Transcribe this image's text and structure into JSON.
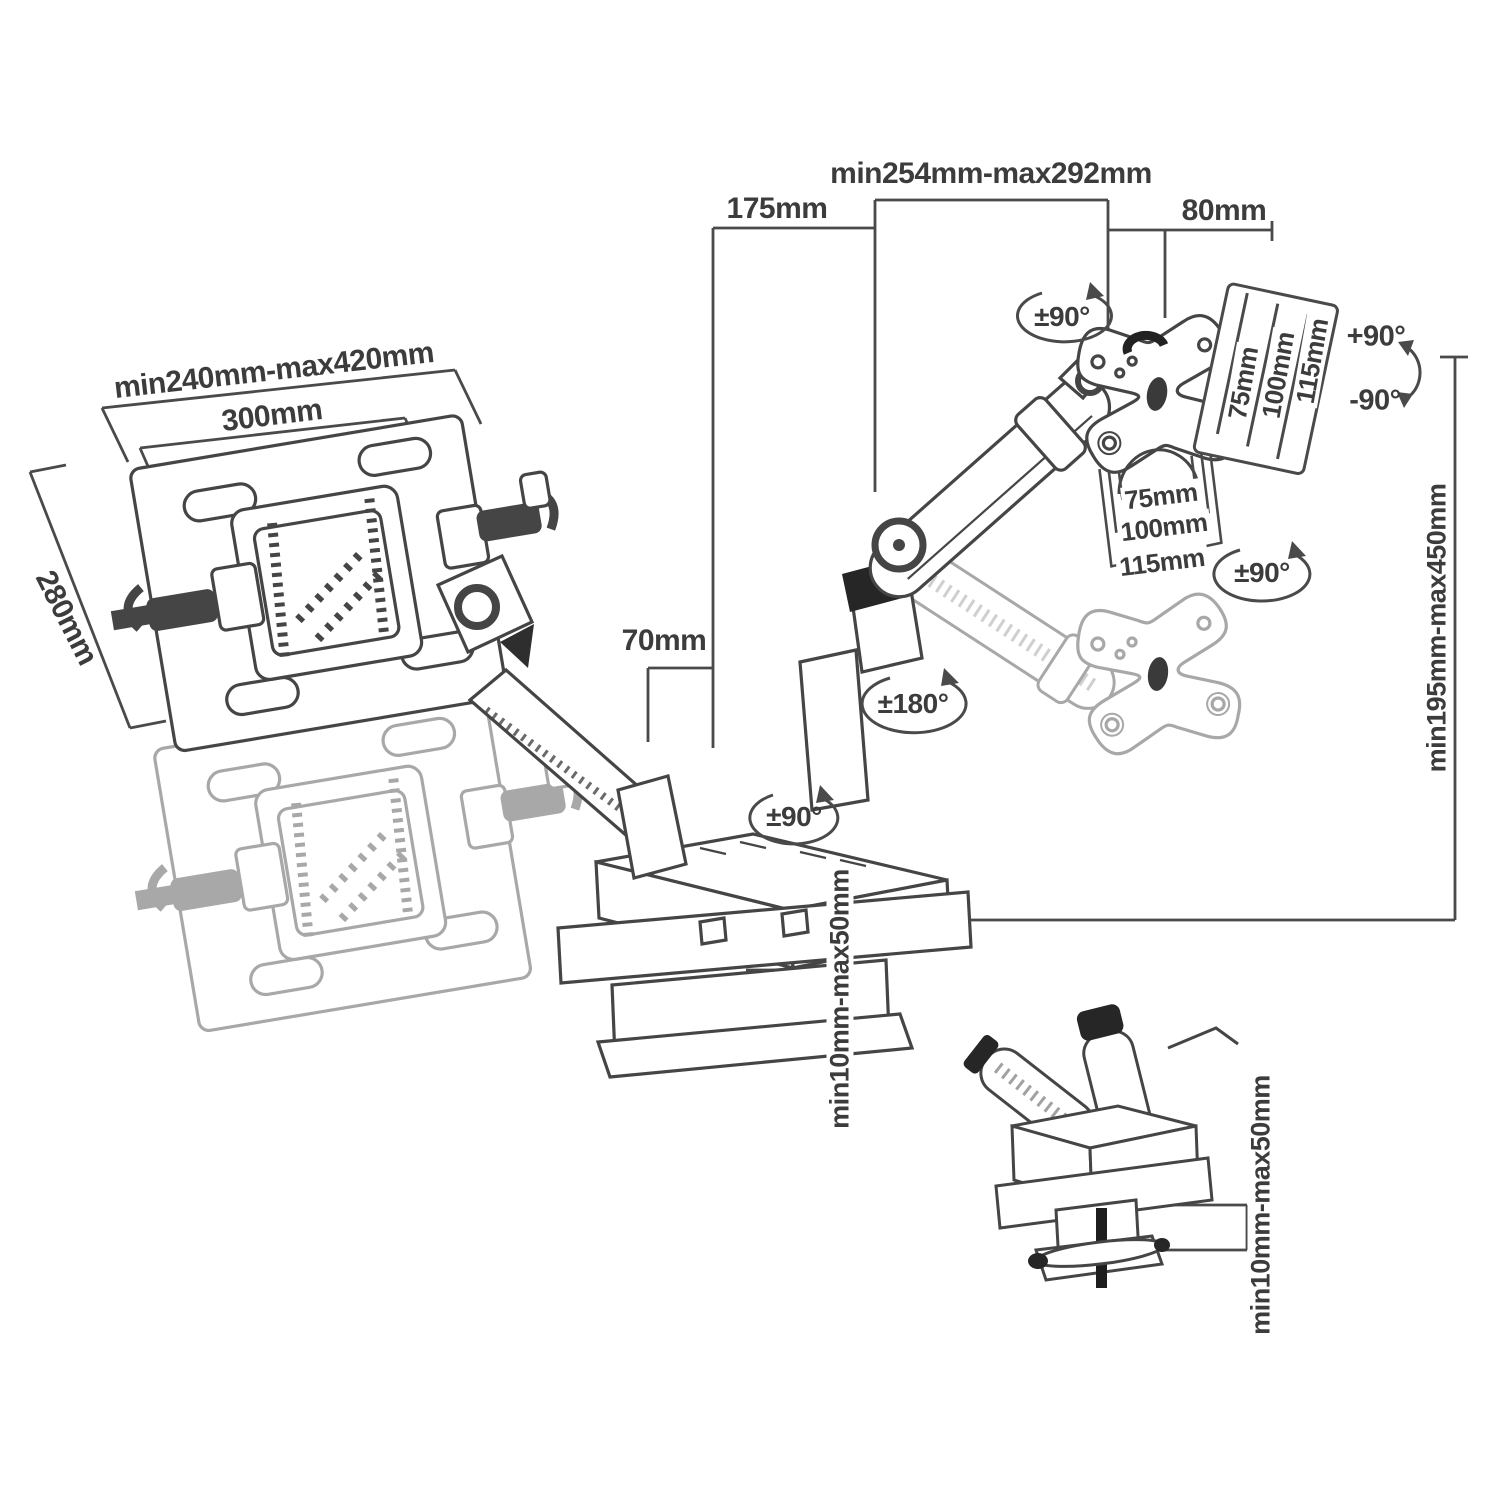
{
  "figure": {
    "type": "technical-dimension-diagram",
    "subject": "Gas-spring dual desk mount arm with laptop tray, VESA monitor head and desk clamp",
    "colors": {
      "line": "#4a4a4a",
      "ghost_line": "#a8a8a8",
      "text": "#3c3c3c",
      "background": "#ffffff",
      "solid_black_parts": "#262626"
    }
  },
  "labels": {
    "tray_width_range": {
      "text": "min240mm-max420mm"
    },
    "tray_width": {
      "text": "300mm"
    },
    "tray_depth": {
      "text": "280mm"
    },
    "offset_175": {
      "text": "175mm"
    },
    "arm_reach_range": {
      "text": "min254mm-max292mm"
    },
    "offset_80": {
      "text": "80mm"
    },
    "swivel_top": {
      "text": "±90°"
    },
    "side_vesa_75": {
      "text": "75mm"
    },
    "side_vesa_100": {
      "text": "100mm"
    },
    "side_vesa_115": {
      "text": "115mm"
    },
    "tilt_up": {
      "text": "+90°"
    },
    "tilt_down": {
      "text": "-90°"
    },
    "front_vesa_75": {
      "text": "75mm"
    },
    "front_vesa_100": {
      "text": "100mm"
    },
    "front_vesa_115": {
      "text": "115mm"
    },
    "rotate_right": {
      "text": "±90°"
    },
    "swivel_arm": {
      "text": "±180°"
    },
    "offset_70": {
      "text": "70mm"
    },
    "swivel_base": {
      "text": "±90°"
    },
    "height_range": {
      "text": "min195mm-max450mm"
    },
    "desk_thickness_main": {
      "text": "min10mm-max50mm"
    },
    "desk_thickness_detail": {
      "text": "min10mm-max50mm"
    }
  }
}
